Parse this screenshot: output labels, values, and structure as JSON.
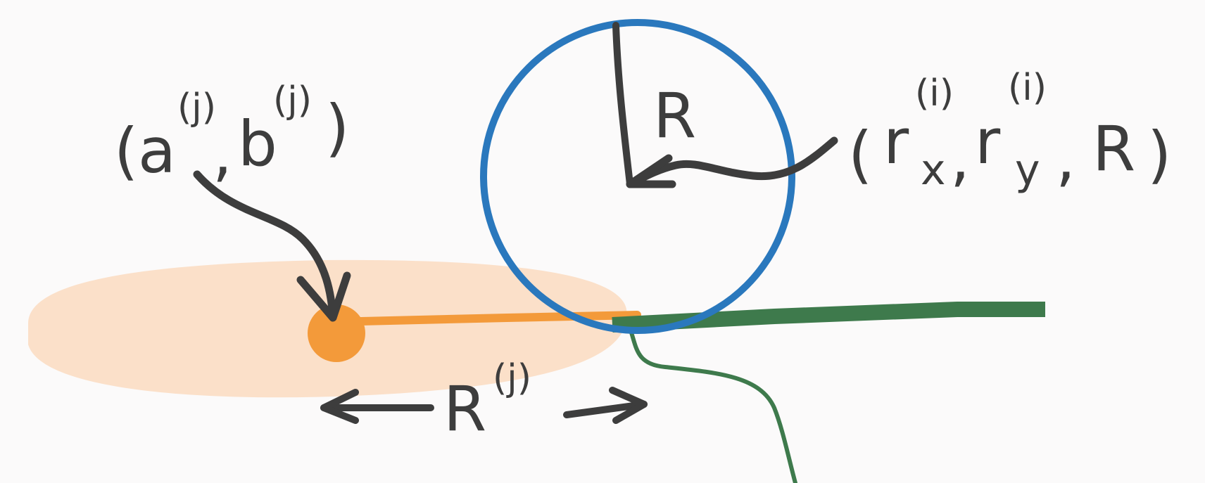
{
  "diagram": {
    "colors": {
      "background": "#fbfafa",
      "ink": "#3d3d3d",
      "circle": "#2a78bd",
      "orange_region": "#fbe0c9",
      "orange_line": "#f39a3a",
      "green": "#3e7a4c"
    },
    "labels": {
      "point_open": "(",
      "point_a": "a",
      "point_a_sup": "(j)",
      "point_comma": ",",
      "point_b": "b",
      "point_b_sup": "(j)",
      "point_close": ")",
      "radius_R": "R",
      "circle_open": "(",
      "circle_r": "r",
      "circle_rx_sup": "(i)",
      "circle_rx_sub": "x",
      "circle_comma1": ",",
      "circle_r2": "r",
      "circle_ry_sup": "(i)",
      "circle_ry_sub": "y",
      "circle_comma2": ",",
      "circle_R": "R",
      "circle_close": ")",
      "range_R": "R",
      "range_sup": "(j)"
    }
  }
}
